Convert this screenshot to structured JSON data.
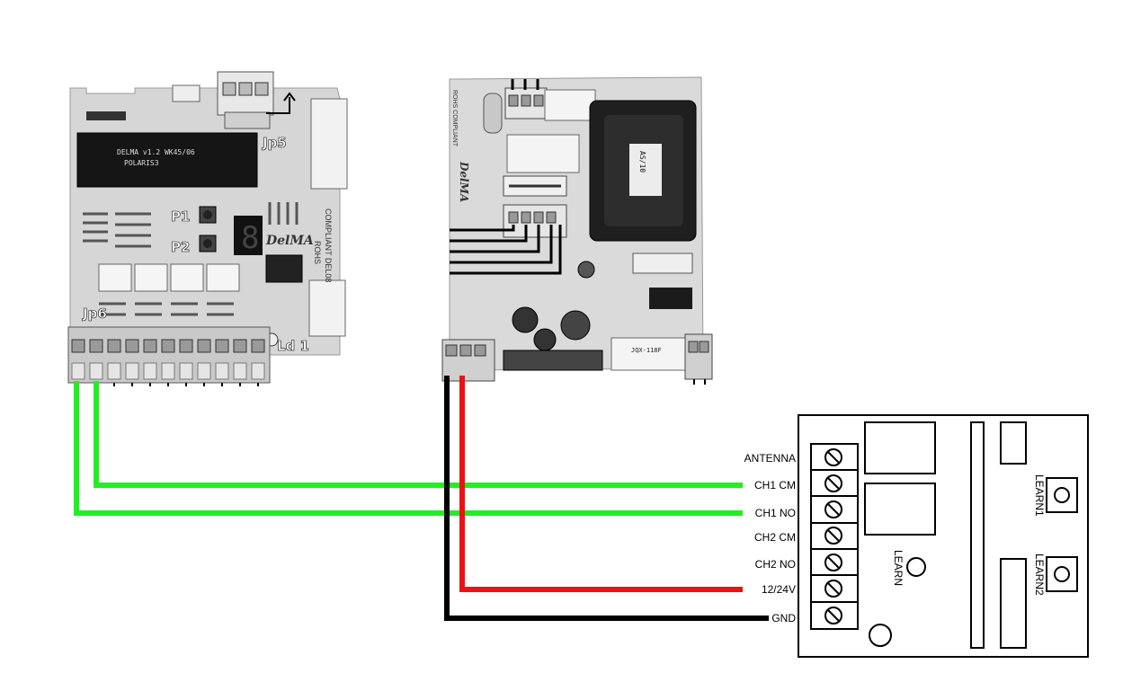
{
  "board_left": {
    "chip_text_1": "DELMA v1.2  WK45/06",
    "chip_text_2": "POLARIS3",
    "jp5_label": "Jp5",
    "jp6_label": "Jp6",
    "p1_label": "P1",
    "p2_label": "P2",
    "ld1_label": "Ld 1",
    "brand_label": "DelMA",
    "rohs_label": "ROHS",
    "compliant_label": "COMPLIANT DEL08"
  },
  "board_middle": {
    "brand_label": "DelMA",
    "rohs_label": "ROHS COMPLIANT",
    "relay_text": "JQX-118F",
    "transformer_text": "AS/10"
  },
  "receiver": {
    "terminals": [
      "ANTENNA",
      "CH1 CM",
      "CH1 NO",
      "CH2 CM",
      "CH2 NO",
      "12/24V",
      "GND"
    ],
    "learn_label": "LEARN",
    "learn1_label": "LEARN1",
    "learn2_label": "LEARN2"
  },
  "colors": {
    "wire_green": "#22ee22",
    "wire_red": "#ee1111",
    "wire_black": "#000000",
    "pcb_bg": "#d9d9d9"
  }
}
